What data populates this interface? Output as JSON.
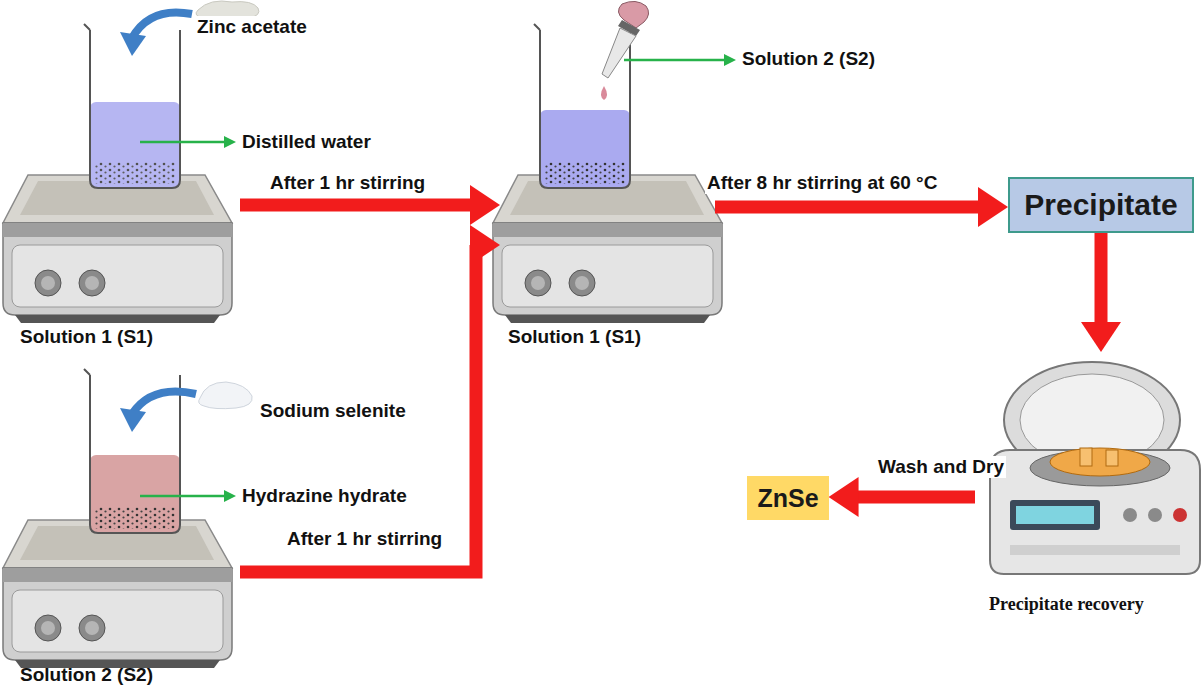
{
  "diagram": {
    "nodes": [
      {
        "text": [
          "Solution 1 (S1)"
        ]
      },
      {
        "text": [
          "Solution 2 (S2)"
        ]
      },
      {
        "text": [
          "Solution 1 (S1)"
        ]
      },
      {
        "text": [
          "Precipitate"
        ]
      },
      {
        "text": [
          "Precipitate recovery"
        ]
      },
      {
        "text": [
          "ZnSe"
        ]
      }
    ],
    "edges": [
      {
        "from": 0,
        "to": 2,
        "label": "After 1 hr stirring",
        "arrow": "to"
      },
      {
        "from": 1,
        "to": 2,
        "label": "After 1 hr stirring",
        "arrow": "to"
      },
      {
        "from": 2,
        "to": 3,
        "label": "After 8 hr stirring at 60 °C",
        "arrow": "to"
      },
      {
        "from": 3,
        "to": 4,
        "arrow": "to"
      },
      {
        "from": 4,
        "to": 5,
        "label": "Wash and Dry",
        "arrow": "to"
      }
    ],
    "labels": [
      "Zinc acetate",
      "Distilled water",
      "Sodium selenite",
      "Hydrazine hydrate",
      "Solution 2 (S2)"
    ]
  }
}
